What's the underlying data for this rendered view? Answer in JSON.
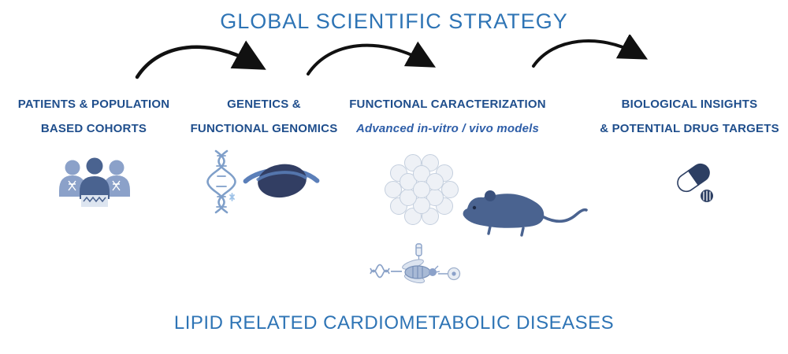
{
  "title": "GLOBAL SCIENTIFIC STRATEGY",
  "footer": "LIPID RELATED CARDIOMETABOLIC DISEASES",
  "stages": [
    {
      "line1": "PATIENTS & POPULATION",
      "line2": "BASED COHORTS"
    },
    {
      "line1": "GENETICS &",
      "line2": "FUNCTIONAL GENOMICS"
    },
    {
      "line1": "FUNCTIONAL CARACTERIZATION",
      "line2": "Advanced in-vitro / vivo models"
    },
    {
      "line1": "BIOLOGICAL INSIGHTS",
      "line2": "& POTENTIAL DRUG TARGETS"
    }
  ],
  "icons": {
    "stage1": "population-cohort-icon",
    "stage2_dna": "dna-helix-icon",
    "stage2_protein": "protein-globule-icon",
    "stage3_cells": "cell-spheroid-icon",
    "stage3_mouse": "mouse-icon",
    "stage3_fly": "fly-embryo-dna-icon",
    "stage4_capsule": "drug-capsule-icon",
    "stage4_tablet": "tablet-icon",
    "arrows": "curved-flow-arrow"
  },
  "colors": {
    "heading_blue": "#2e74b5",
    "label_blue": "#1f4e8c",
    "italic_blue": "#2e5ea8",
    "icon_navy": "#31406b",
    "icon_mid_blue": "#4a6390",
    "icon_light_blue": "#8ba1c9",
    "cell_fill": "#eef1f6",
    "cell_stroke": "#c4cfde",
    "arrow_black": "#111111"
  }
}
